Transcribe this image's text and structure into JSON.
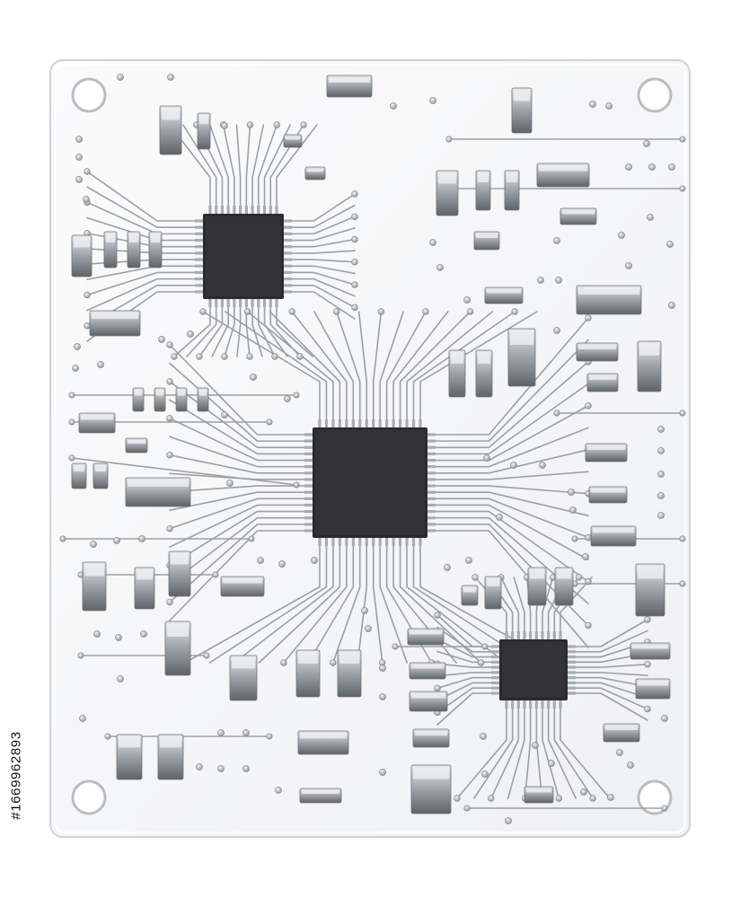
{
  "image": {
    "subject": "transparent-circuit-board",
    "colors": {
      "background": "#ffffff",
      "board_fill": "#f7f8f9",
      "board_edge": "#d6d9dc",
      "trace": "#8f949a",
      "chip_body": "#2b2b2d",
      "component_metal": "#b9bdc2"
    }
  },
  "stock_id_text": "#1669962893",
  "board": {
    "chips": [
      {
        "name": "chip-top-left"
      },
      {
        "name": "chip-center"
      },
      {
        "name": "chip-bottom-right"
      }
    ],
    "mounting_holes": 4
  }
}
